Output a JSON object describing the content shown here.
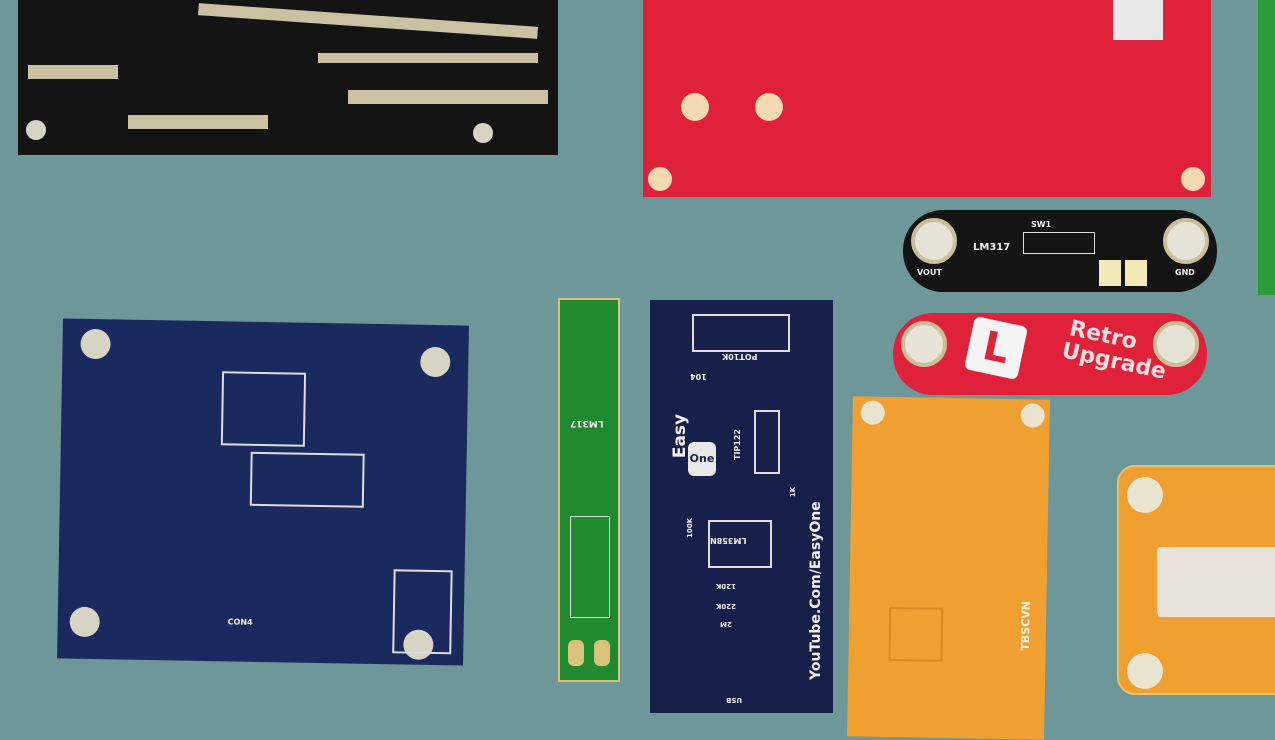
{
  "boards": {
    "lm317_board": {
      "chip": "LM317",
      "switch": "SW1",
      "left_label": "VOUT",
      "right_label": "GND"
    },
    "retro_board": {
      "line1": "Retro",
      "line2": "Upgrade",
      "logo": "L"
    },
    "easyone_board": {
      "brand_line1": "Easy",
      "brand_line2": "One",
      "url": "YouTube.Com/EasyOne",
      "ic": "LM358N",
      "pot": "POT10K",
      "transistor": "TIP122",
      "cap": "104",
      "resistors": [
        "100K",
        "120K",
        "220K",
        "2M",
        "1K"
      ],
      "connector": "USB"
    },
    "green_strip": {
      "chip": "LM317"
    },
    "orange_board": {
      "label": "TBSCVN"
    },
    "blue_board": {
      "label": "CON4"
    }
  },
  "colors": {
    "background": "#6e9799",
    "red_pcb": "#e0213a",
    "black_pcb": "#141414",
    "navy_pcb": "#16204a",
    "green_pcb": "#1f8a2e",
    "orange_pcb": "#f0a030"
  }
}
